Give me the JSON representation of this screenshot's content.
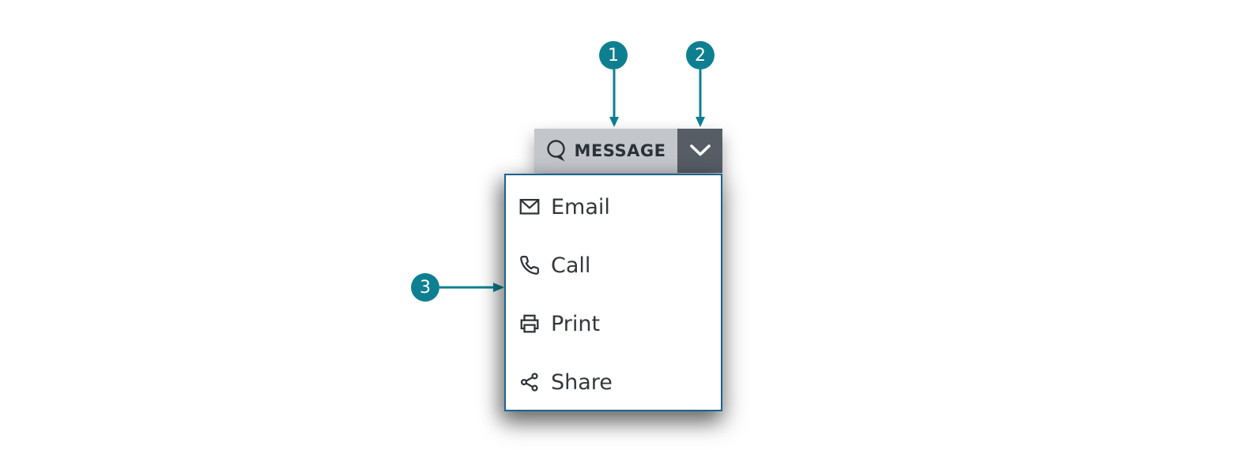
{
  "callouts": [
    {
      "number": "1",
      "target": "message-button"
    },
    {
      "number": "2",
      "target": "dropdown-toggle-button"
    },
    {
      "number": "3",
      "target": "dropdown-menu"
    }
  ],
  "split_button": {
    "label": "MESSAGE",
    "icon": "speech-bubble-icon",
    "toggle_icon": "chevron-down-icon"
  },
  "menu": {
    "items": [
      {
        "label": "Email",
        "icon": "email-icon"
      },
      {
        "label": "Call",
        "icon": "phone-icon"
      },
      {
        "label": "Print",
        "icon": "print-icon"
      },
      {
        "label": "Share",
        "icon": "share-icon"
      }
    ]
  },
  "colors": {
    "teal": "#0e7f90",
    "button_bg": "#c3c7cb",
    "toggle_bg": "#575d65",
    "menu_border": "#1b6390",
    "button_text": "#2b3138",
    "menu_text": "#33373c",
    "icon": "#2f3439",
    "menu_bg": "#ffffff"
  }
}
